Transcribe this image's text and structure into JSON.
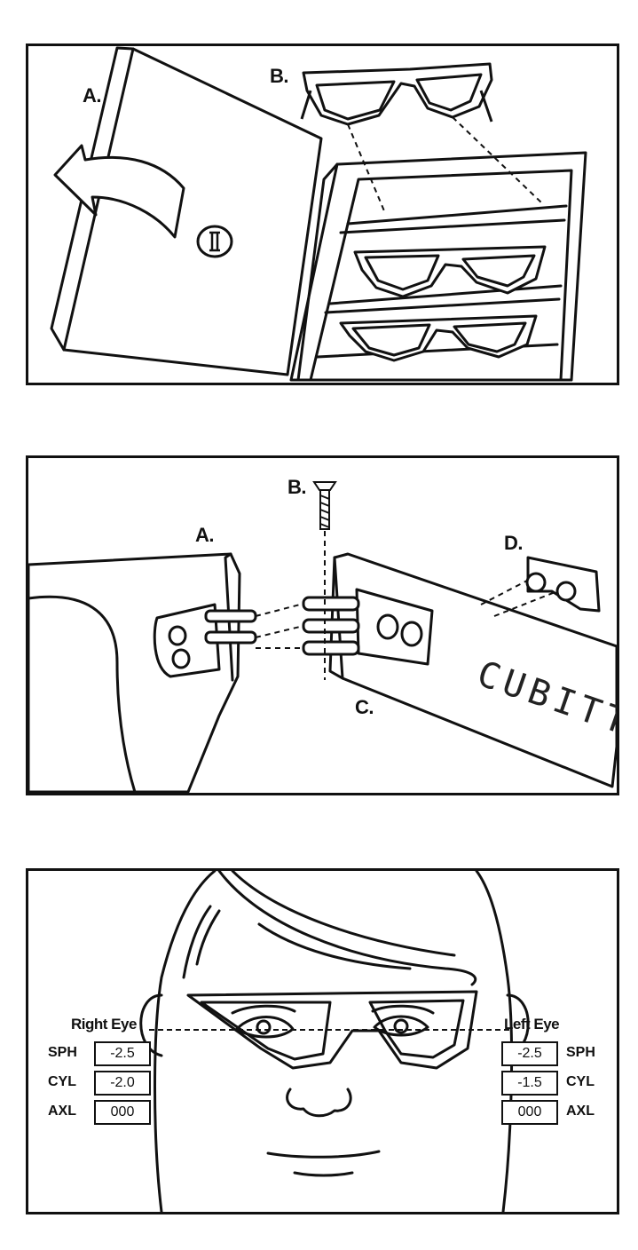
{
  "panel1": {
    "label_a": "A.",
    "label_b": "B."
  },
  "panel2": {
    "label_a": "A.",
    "label_b": "B.",
    "label_c": "C.",
    "label_d": "D.",
    "brand": "CUBITTS"
  },
  "panel3": {
    "right_eye": {
      "title": "Right Eye",
      "rows": [
        {
          "label": "SPH",
          "value": "-2.5"
        },
        {
          "label": "CYL",
          "value": "-2.0"
        },
        {
          "label": "AXL",
          "value": "000"
        }
      ]
    },
    "left_eye": {
      "title": "Left Eye",
      "rows": [
        {
          "label": "SPH",
          "value": "-2.5"
        },
        {
          "label": "CYL",
          "value": "-1.5"
        },
        {
          "label": "AXL",
          "value": "000"
        }
      ]
    }
  }
}
